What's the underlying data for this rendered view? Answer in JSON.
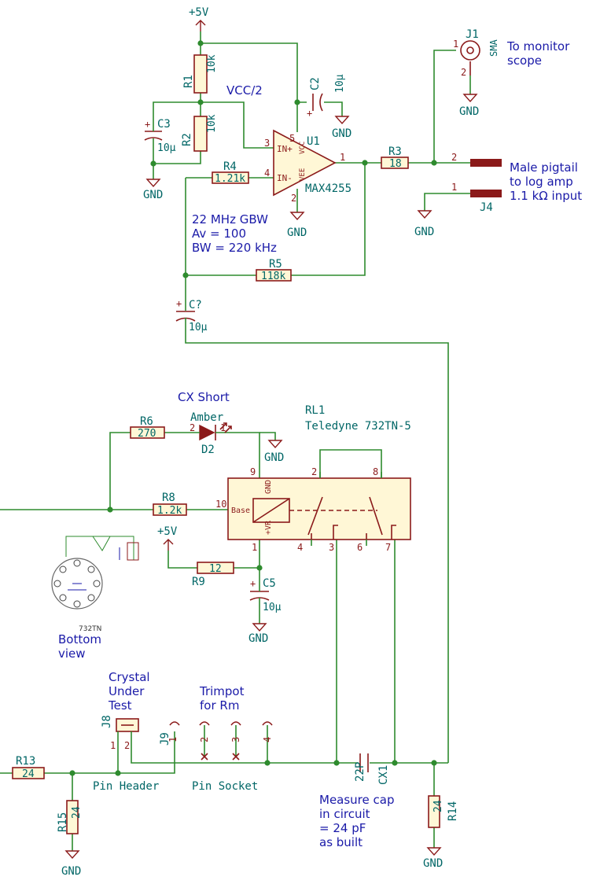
{
  "power": {
    "plus5v": "+5V",
    "gnd": "GND"
  },
  "opamp": {
    "ref": "U1",
    "part": "MAX4255",
    "in_plus": "IN+",
    "in_minus": "IN-",
    "vcc": "VCC",
    "vee": "VEE",
    "pins": {
      "in_plus": "3",
      "in_minus": "4",
      "vcc": "5",
      "vee": "2",
      "out": "1"
    }
  },
  "resistors": {
    "R1": "10k",
    "R2": "10k",
    "R3": "18",
    "R4": "1.21k",
    "R5": "118k",
    "R6": "270",
    "R8": "1.2k",
    "R9": "12",
    "R13": "24",
    "R14": "24",
    "R15": "24"
  },
  "capacitors": {
    "C2": "10μ",
    "C3": "10μ",
    "Cq": "10μ",
    "C5": "10μ",
    "CX1": "22P"
  },
  "labels": {
    "vcc_half": "VCC/2",
    "gbw_notes": [
      "22 MHz GBW",
      "Av = 100",
      "BW = 220 kHz"
    ],
    "j1_ref": "J1",
    "j1_part": "SMA",
    "j1_pin1": "1",
    "j1_pin2": "2",
    "monitor_note": [
      "To monitor",
      "scope"
    ],
    "pigtail_note": [
      "Male pigtail",
      "to log amp",
      "1.1 kΩ input"
    ],
    "j4_ref": "J4",
    "j4_pin1": "1",
    "j4_pin2": "2",
    "cx_short": "CX Short",
    "led_color": "Amber",
    "led_ref": "D2",
    "relay_ref": "RL1",
    "relay_part": "Teledyne 732TN-5",
    "relay_base": "Base",
    "relay_gnd": "GND",
    "relay_vr": "+VR",
    "relay_pins": [
      "9",
      "2",
      "8",
      "10",
      "1",
      "4",
      "3",
      "6",
      "7"
    ],
    "bottom_view": [
      "Bottom",
      "view"
    ],
    "bottom_part": "732TN",
    "crystal_note": [
      "Crystal",
      "Under",
      "Test"
    ],
    "trimpot_note": [
      "Trimpot",
      "for Rm"
    ],
    "j8_ref": "J8",
    "j9_ref": "J9",
    "pin_header": "Pin Header",
    "pin_socket": "Pin Socket",
    "measure_note": [
      "Measure cap",
      "in circuit",
      "= 24 pF",
      "as built"
    ],
    "cx1_ref": "CX1"
  },
  "colors": {
    "wire": "#2e8b2e",
    "component": "#8b1a1a",
    "reference": "#006666",
    "note": "#1a1aa8",
    "body_fill": "#fff7d6"
  }
}
